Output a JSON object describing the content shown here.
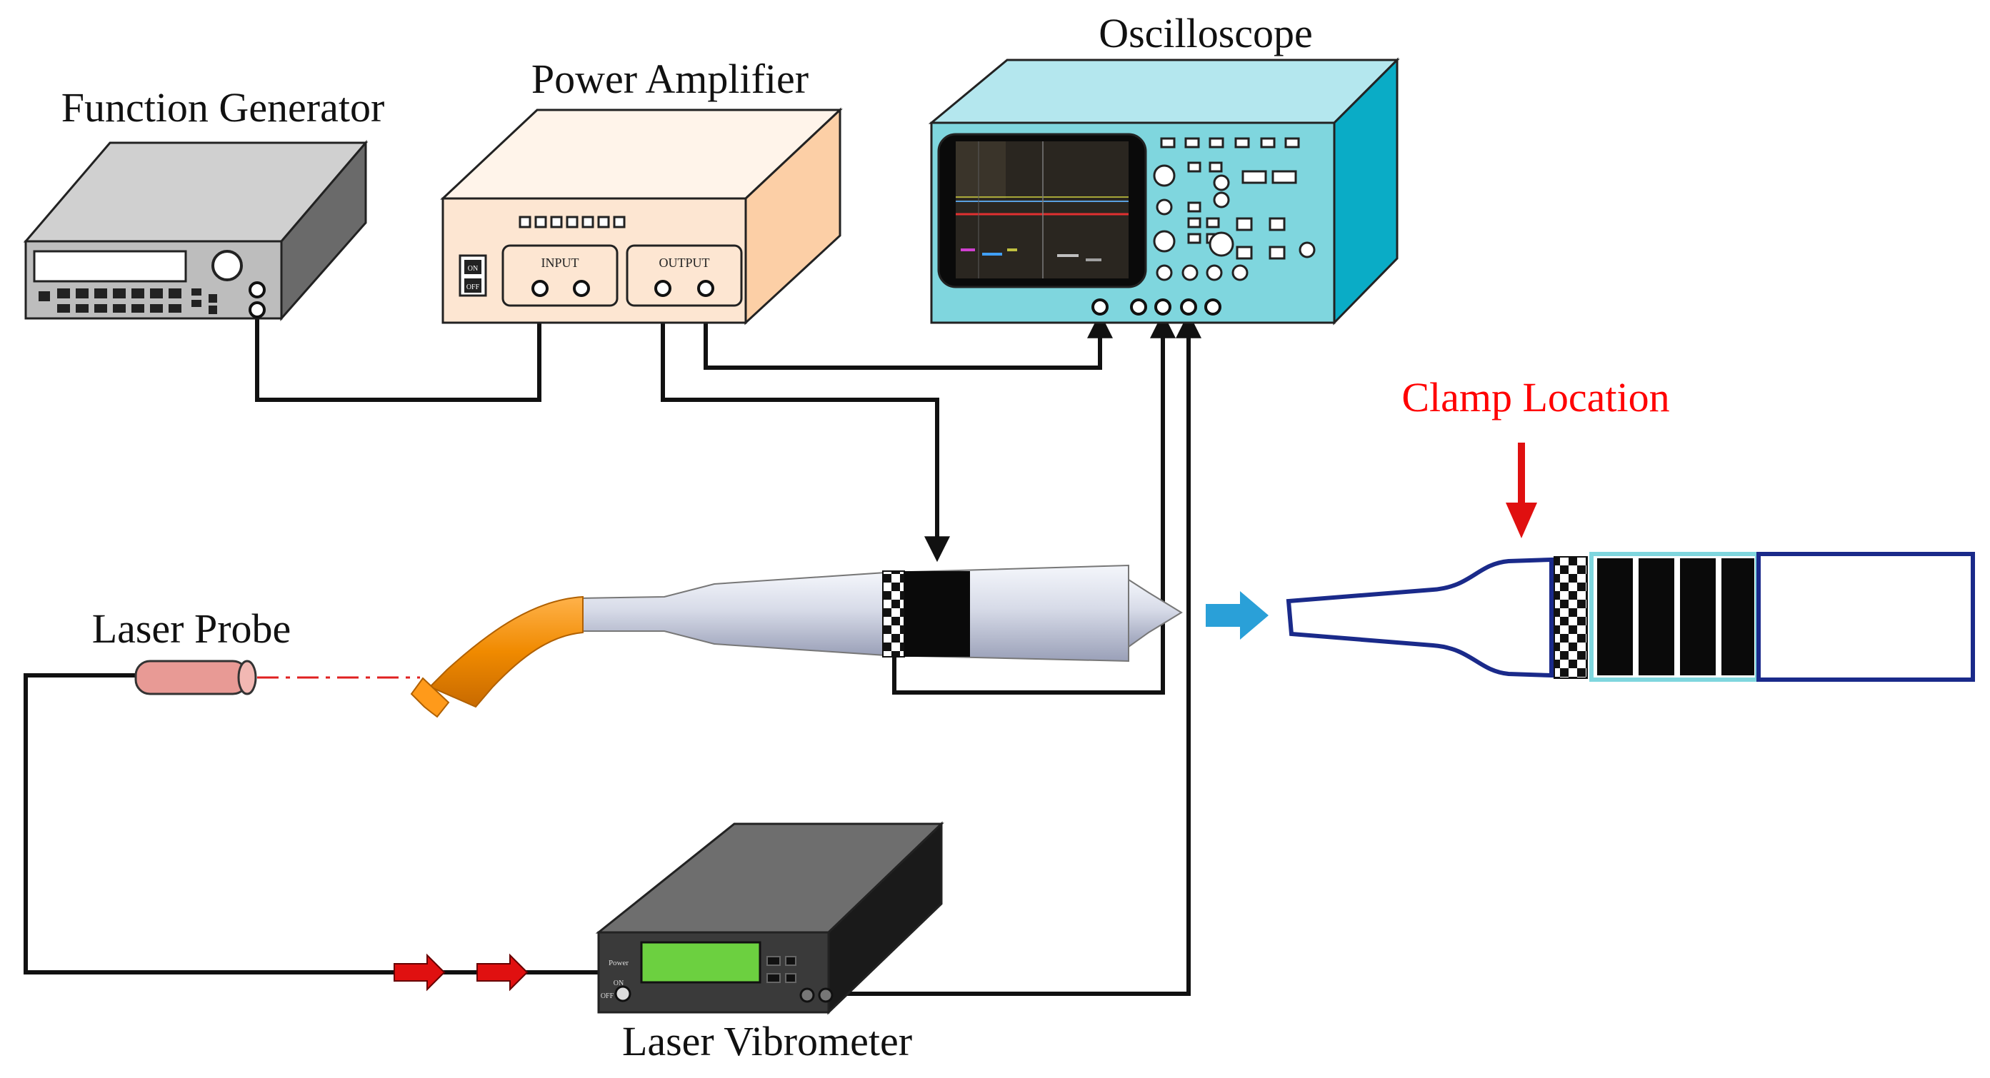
{
  "labels": {
    "function_generator": "Function Generator",
    "power_amplifier": "Power Amplifier",
    "oscilloscope": "Oscilloscope",
    "clamp_location": "Clamp Location",
    "laser_probe": "Laser Probe",
    "laser_vibrometer": "Laser Vibrometer"
  },
  "amplifier": {
    "input": "INPUT",
    "output": "OUTPUT",
    "on": "ON",
    "off": "OFF"
  },
  "vibrometer": {
    "power": "Power",
    "on": "ON",
    "off": "OFF"
  },
  "colors": {
    "clamp_text": "#ff0000",
    "clamp_arrow": "#e01010",
    "blue_arrow": "#2aa0d8",
    "horn_orange": "#f08a00",
    "oscilloscope_body": "#7fd6de",
    "amplifier_body": "#fde6d2",
    "laser_probe": "#e89a95",
    "vibrometer_screen": "#6cd040",
    "schematic_outline": "#1a2a8a"
  }
}
